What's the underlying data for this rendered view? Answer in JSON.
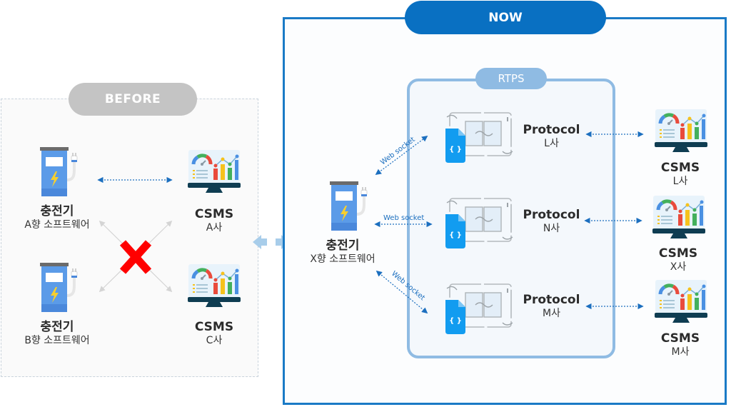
{
  "before": {
    "title": "BEFORE",
    "chargers": [
      {
        "name": "충전기",
        "software": "A향 소프트웨어"
      },
      {
        "name": "충전기",
        "software": "B향 소프트웨어"
      }
    ],
    "csms": [
      {
        "name": "CSMS",
        "company": "A사"
      },
      {
        "name": "CSMS",
        "company": "C사"
      }
    ],
    "incompatible_icon": "red-x-icon"
  },
  "now": {
    "title": "NOW",
    "charger": {
      "name": "충전기",
      "software": "X향 소프트웨어"
    },
    "rtps": {
      "title": "RTPS",
      "protocols": [
        {
          "name": "Protocol",
          "company": "L사",
          "link_label": "Web socket"
        },
        {
          "name": "Protocol",
          "company": "N사",
          "link_label": "Web socket"
        },
        {
          "name": "Protocol",
          "company": "M사",
          "link_label": "Web socket"
        }
      ]
    },
    "csms": [
      {
        "name": "CSMS",
        "company": "L사"
      },
      {
        "name": "CSMS",
        "company": "X사"
      },
      {
        "name": "CSMS",
        "company": "M사"
      }
    ]
  },
  "colors": {
    "now_blue": "#0970c2",
    "rtps_blue": "#8fbbe3",
    "before_gray": "#c4c4c4",
    "arrow_blue": "#1c6fbf",
    "cross_red": "#ff0000"
  }
}
